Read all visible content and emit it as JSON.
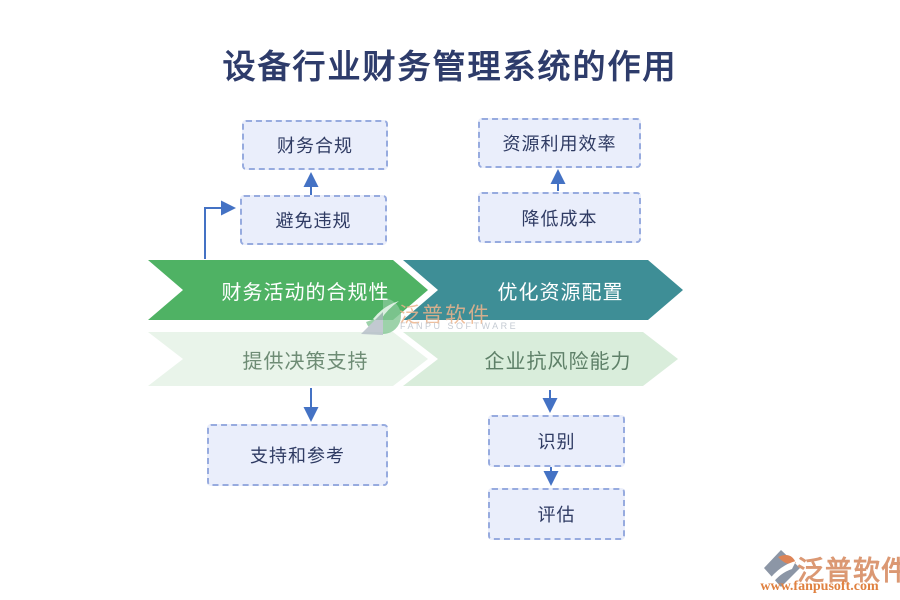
{
  "title": "设备行业财务管理系统的作用",
  "colors": {
    "title_text": "#2E3C6B",
    "arrow": "#4472C4",
    "box_fill": "#EAEEFB",
    "box_border": "#97ABDF",
    "banner_green": "#4FB264",
    "banner_teal": "#3E8E96",
    "banner_light_green_1": "#E9F4EA",
    "banner_light_green_2": "#D9EDDB",
    "watermark_leaf_green": "#85C896",
    "watermark_gray": "#B3BCC6",
    "logo_gray": "#8C96A6",
    "logo_orange": "#DD8456"
  },
  "banners": {
    "compliance": "财务活动的合规性",
    "resource_allocation": "优化资源配置",
    "decision_support": "提供决策支持",
    "risk_resistance": "企业抗风险能力"
  },
  "boxes": {
    "finance_compliance": "财务合规",
    "avoid_violation": "避免违规",
    "resource_efficiency": "资源利用效率",
    "cost_reduction": "降低成本",
    "support_reference": "支持和参考",
    "identify": "识别",
    "evaluate": "评估"
  },
  "watermark": {
    "brand": "泛普软件",
    "subtitle": "FANPU SOFTWARE"
  },
  "footer_logo": {
    "brand": "泛普软件",
    "url": "www.fanpusoft.com"
  }
}
